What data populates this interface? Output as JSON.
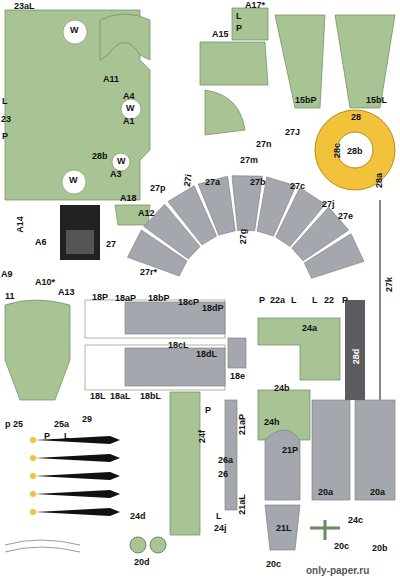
{
  "diagram": {
    "labels": [
      "23aL",
      "W",
      "W",
      "W",
      "W",
      "A11",
      "A15",
      "A17*",
      "L",
      "P",
      "15bP",
      "15bL",
      "A4",
      "A1",
      "23",
      "L",
      "P",
      "28b",
      "A3",
      "A18",
      "A12",
      "27p",
      "27i",
      "27J",
      "27m",
      "27n",
      "27a",
      "27b",
      "27c",
      "27j",
      "27e",
      "27",
      "27g",
      "27k",
      "28",
      "28c",
      "28b",
      "28a",
      "A14",
      "A6",
      "A9",
      "A10*",
      "A13",
      "27r*",
      "11",
      "18P",
      "18aP",
      "18bP",
      "18cP",
      "18dP",
      "P",
      "22a",
      "L",
      "L",
      "22",
      "P",
      "24a",
      "28d",
      "18L",
      "18aL",
      "18bL",
      "18cL",
      "18dL",
      "18e",
      "24b",
      "24h",
      "24f",
      "P",
      "L",
      "29",
      "p",
      "25",
      "25a",
      "P",
      "L",
      "26a",
      "26",
      "21aP",
      "21P",
      "21aL",
      "21L",
      "20a",
      "20a",
      "24d",
      "24j",
      "20d",
      "20c",
      "20c",
      "24c",
      "20b",
      "only-paper.ru"
    ]
  }
}
